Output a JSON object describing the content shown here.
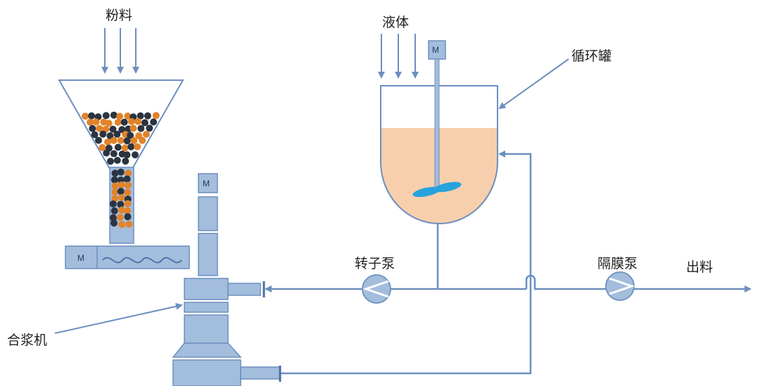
{
  "labels": {
    "powder": "粉料",
    "liquid": "液体",
    "circulation_tank": "循环罐",
    "rotor_pump": "转子泵",
    "diaphragm_pump": "隔膜泵",
    "discharge": "出料",
    "slurry_mixer": "合浆机"
  },
  "motor_label": "M",
  "colors": {
    "equipment": "#a3bddc",
    "equipment_stroke": "#6d8fbf",
    "pipe": "#6d8fbf",
    "slurry": "#f7cfad",
    "impeller": "#27a3dc",
    "particle_dark": "#2b3440",
    "particle_orange": "#e2832a"
  }
}
